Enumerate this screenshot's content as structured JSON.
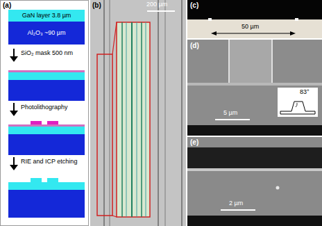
{
  "diagram": {
    "nodes": [
      {
        "text": [
          "GaN layer 3.8 µm"
        ]
      },
      {
        "text": [
          "Al₂O₃ ~90 µm"
        ]
      }
    ],
    "labels": [
      "(a)",
      "SiO₂ mask 500 nm",
      "Photolithography",
      "RIE and ICP etching",
      "(b)",
      "200 µm",
      "(c)",
      "50 µm",
      "(d)",
      "5 µm",
      "83°",
      "(e)",
      "2 µm"
    ]
  }
}
